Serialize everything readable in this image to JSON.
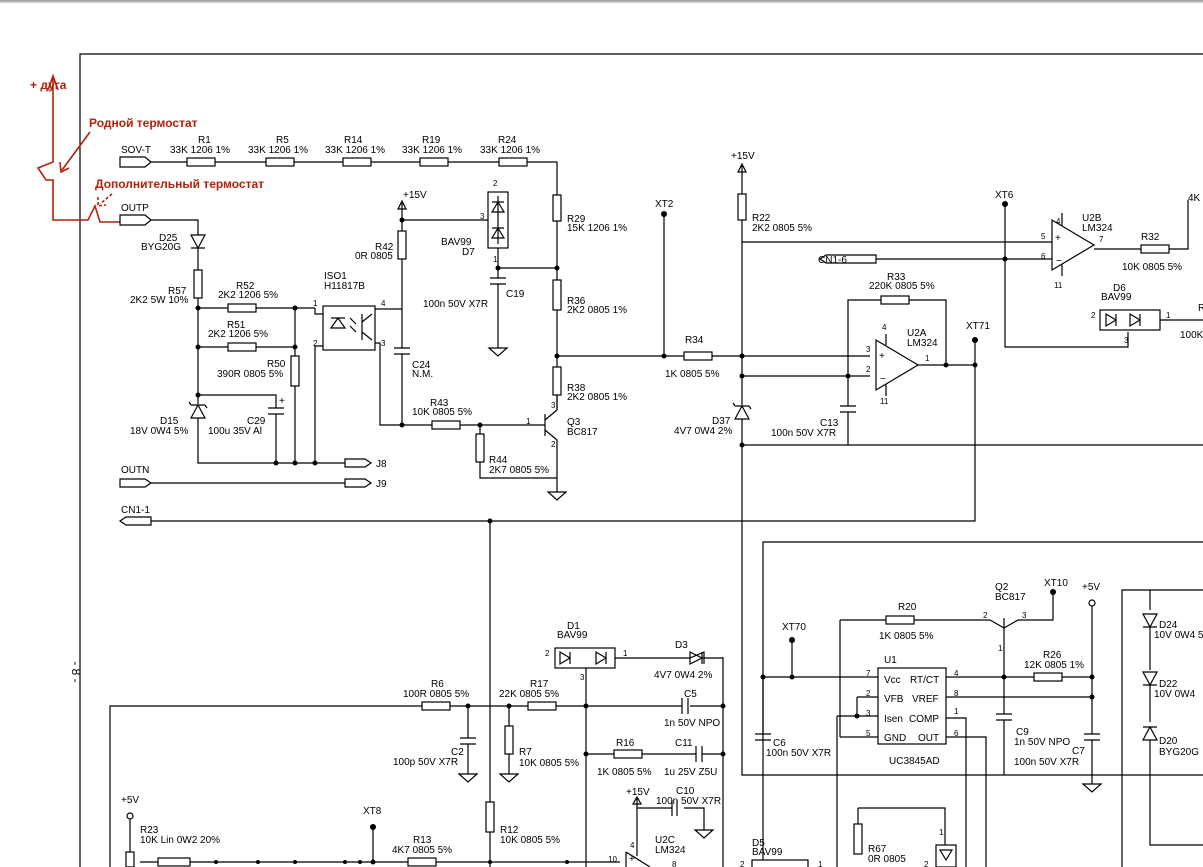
{
  "annotations": {
    "arc_plus": "+ дуга",
    "native_thermostat": "Родной термостат",
    "extra_thermostat": "Дополнительный термостат"
  },
  "page_marker": "- 8 -",
  "connectors": {
    "sov_t": "SOV-T",
    "outp": "OUTP",
    "outn": "OUTN",
    "cn1_1": "CN1-1",
    "cn1_6": "CN1-6",
    "j8": "J8",
    "j9": "J9"
  },
  "rails": {
    "p15": "+15V",
    "p5": "+5V"
  },
  "testpoints": {
    "xt2": "XT2",
    "xt6": "XT6",
    "xt71": "XT71",
    "xt70": "XT70",
    "xt10": "XT10",
    "xt8": "XT8"
  },
  "resistors": {
    "r1": {
      "ref": "R1",
      "val": "33K 1206 1%"
    },
    "r5": {
      "ref": "R5",
      "val": "33K 1206 1%"
    },
    "r14": {
      "ref": "R14",
      "val": "33K 1206 1%"
    },
    "r19": {
      "ref": "R19",
      "val": "33K 1206 1%"
    },
    "r24": {
      "ref": "R24",
      "val": "33K 1206 1%"
    },
    "r29": {
      "ref": "R29",
      "val": "15K 1206 1%"
    },
    "r36": {
      "ref": "R36",
      "val": "2K2 0805 1%"
    },
    "r38": {
      "ref": "R38",
      "val": "2K2 0805 1%"
    },
    "r42": {
      "ref": "R42",
      "val": "0R 0805"
    },
    "r57": {
      "ref": "R57",
      "val": "2K2 5W 10%"
    },
    "r52": {
      "ref": "R52",
      "val": "2K2 1206 5%"
    },
    "r51": {
      "ref": "R51",
      "val": "2K2 1206 5%"
    },
    "r50": {
      "ref": "R50",
      "val": "390R 0805 5%"
    },
    "r43": {
      "ref": "R43",
      "val": "10K 0805 5%"
    },
    "r44": {
      "ref": "R44",
      "val": "2K7 0805 5%"
    },
    "r34": {
      "ref": "R34",
      "val": "1K 0805 5%"
    },
    "r22": {
      "ref": "R22",
      "val": "2K2 0805 5%"
    },
    "r33": {
      "ref": "R33",
      "val": "220K 0805 5%"
    },
    "r32": {
      "ref": "R32",
      "val": "10K 0805 5%"
    },
    "r20": {
      "ref": "R20",
      "val": "1K 0805 5%"
    },
    "r26": {
      "ref": "R26",
      "val": "12K 0805 1%"
    },
    "r6": {
      "ref": "R6",
      "val": "100R 0805 5%"
    },
    "r17": {
      "ref": "R17",
      "val": "22K 0805 5%"
    },
    "r7": {
      "ref": "R7",
      "val": "10K 0805 5%"
    },
    "r16": {
      "ref": "R16",
      "val": "1K 0805 5%"
    },
    "r12": {
      "ref": "R12",
      "val": "10K 0805 5%"
    },
    "r13": {
      "ref": "R13",
      "val": "4K7 0805 5%"
    },
    "r23": {
      "ref": "R23",
      "val": "10K Lin 0W2 20%"
    },
    "r67": {
      "ref": "R67",
      "val": "0R 0805"
    }
  },
  "capacitors": {
    "c19": {
      "ref": "C19",
      "val": "100n 50V X7R"
    },
    "c24": {
      "ref": "C24",
      "val": "N.M."
    },
    "c29": {
      "ref": "C29",
      "val": "100u 35V Al"
    },
    "c13": {
      "ref": "C13",
      "val": "100n 50V X7R"
    },
    "c6": {
      "ref": "C6",
      "val": "100n 50V X7R"
    },
    "c9": {
      "ref": "C9",
      "val": "1n 50V NPO"
    },
    "c7": {
      "ref": "C7",
      "val": "100n 50V X7R"
    },
    "c5": {
      "ref": "C5",
      "val": "1n 50V NPO"
    },
    "c11": {
      "ref": "C11",
      "val": "1u 25V Z5U"
    },
    "c2": {
      "ref": "C2",
      "val": "100p 50V X7R"
    },
    "c10": {
      "ref": "C10",
      "val": "100n 50V X7R"
    }
  },
  "diodes": {
    "d25": {
      "ref": "D25",
      "val": "BYG20G"
    },
    "d15": {
      "ref": "D15",
      "val": "18V 0W4 5%"
    },
    "d7": {
      "ref": "D7",
      "val": "BAV99"
    },
    "d37": {
      "ref": "D37",
      "val": "4V7 0W4 2%"
    },
    "d6": {
      "ref": "D6",
      "val": "BAV99"
    },
    "d1": {
      "ref": "D1",
      "val": "BAV99"
    },
    "d3": {
      "ref": "D3",
      "val": "4V7 0W4 2%"
    },
    "d5": {
      "ref": "D5",
      "val": "BAV99"
    },
    "d24": {
      "ref": "D24",
      "val": "10V 0W4 5"
    },
    "d22": {
      "ref": "D22",
      "val": "10V 0W4"
    },
    "d20": {
      "ref": "D20",
      "val": "BYG20G"
    }
  },
  "ics": {
    "iso1": {
      "ref": "ISO1",
      "val": "H11817B"
    },
    "q3": {
      "ref": "Q3",
      "val": "BC817"
    },
    "q2": {
      "ref": "Q2",
      "val": "BC817"
    },
    "u2a": {
      "ref": "U2A",
      "val": "LM324"
    },
    "u2b": {
      "ref": "U2B",
      "val": "LM324"
    },
    "u2c": {
      "ref": "U2C",
      "val": "LM324"
    },
    "u1": {
      "ref": "U1",
      "val": "UC3845AD"
    }
  },
  "u1_pins": {
    "vcc": "Vcc",
    "rtct": "RT/CT",
    "vfb": "VFB",
    "vref": "VREF",
    "isen": "Isen",
    "comp": "COMP",
    "gnd": "GND",
    "out": "OUT"
  },
  "partial_labels": {
    "r_right_4k": "4K",
    "r_right_100k": "100K",
    "r_right_r": "R"
  }
}
